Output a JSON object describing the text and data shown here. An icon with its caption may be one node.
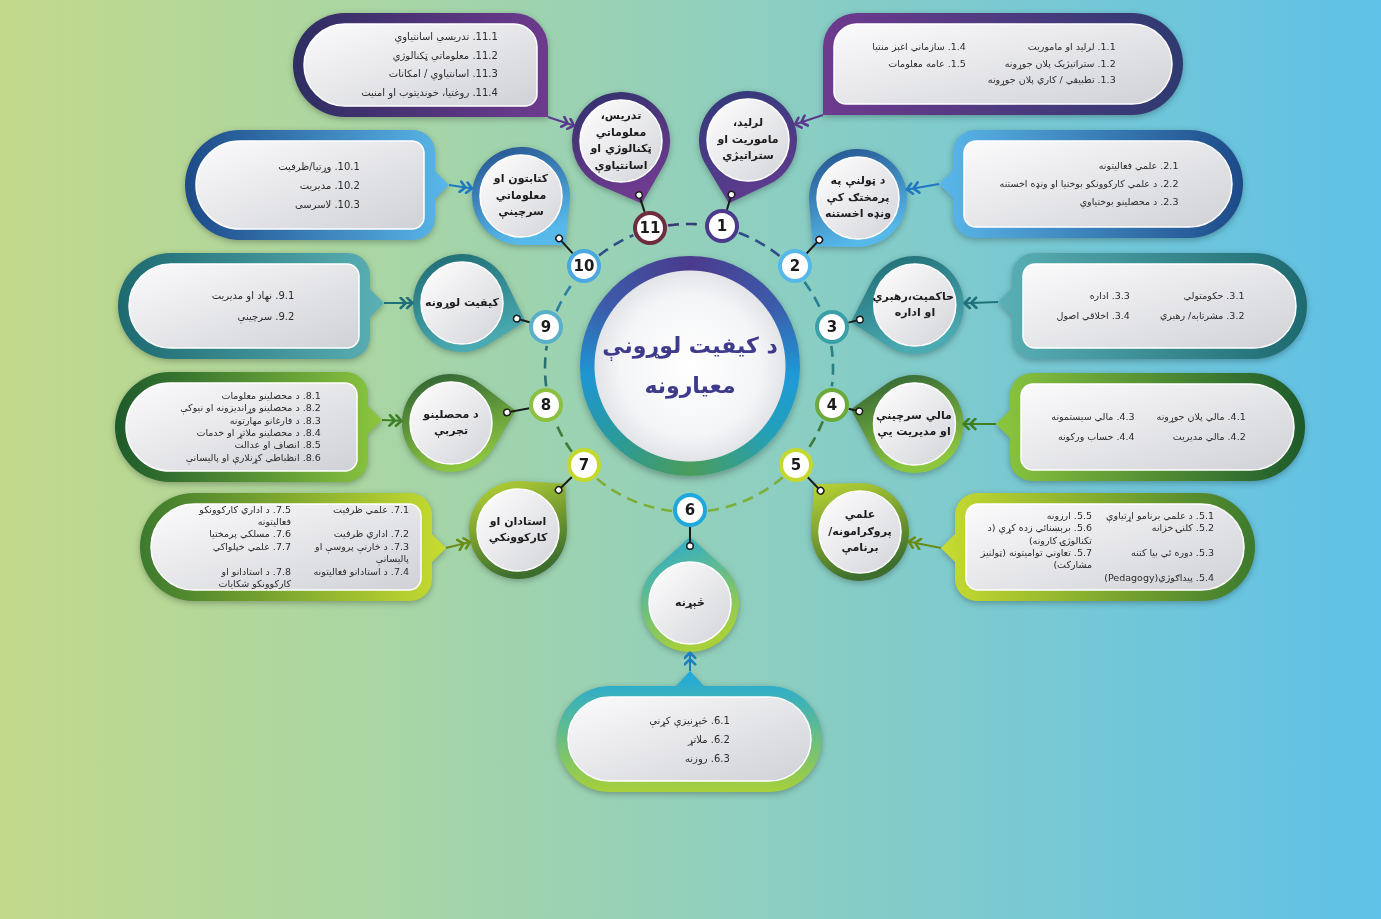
{
  "diagram": {
    "nodes": [
      {
        "text": [
          "د کیفیت لوړونې معیارونه"
        ]
      },
      {
        "text": [
          "1"
        ]
      },
      {
        "text": [
          "لرلید، ماموریت او ستراتیژي"
        ]
      },
      {
        "text": [
          "1.1. لرلید او ماموریت",
          "1.2. ستراتیژیک پلان جوړونه",
          "1.3. تطبیقي / کاري پلان جوړونه",
          "1.4. سازماني اغېز منتیا",
          "1.5. عامه معلومات"
        ]
      },
      {
        "text": [
          "2"
        ]
      },
      {
        "text": [
          "د ټولنې په پرمختګ کې ونډه اخستنه"
        ]
      },
      {
        "text": [
          "2.1. علمي فعالیتونه",
          "2.2. د علمي کارکوونکو بوختیا او ونډه اخستنه",
          "2.3. د محصلینو بوختیاوې"
        ]
      },
      {
        "text": [
          "3"
        ]
      },
      {
        "text": [
          "حاکمیت،رهبري او اداره"
        ]
      },
      {
        "text": [
          "3.1. حکومتولي",
          "3.2. مشرتابه/ رهبري",
          "3.3. اداره",
          "3.4. اخلاقي اصول"
        ]
      },
      {
        "text": [
          "4"
        ]
      },
      {
        "text": [
          "مالي سرچینې او مدیریت یې"
        ]
      },
      {
        "text": [
          "4.1. مالي پلان جوړونه",
          "4.2. مالي مدیریت",
          "4.3. مالي سیستمونه",
          "4.4. حساب ورکونه"
        ]
      },
      {
        "text": [
          "5"
        ]
      },
      {
        "text": [
          "علمي پروګرامونه/برنامې"
        ]
      },
      {
        "text": [
          "5.1. د علمي برنامو اړتیاوې",
          "5.2. کلنۍ خزانه",
          "5.3. دوره ئي بیا کتنه",
          "5.4. پیداګوژي(Pedagogy)",
          "5.5. ارزونه",
          "5.6. برېښنائي زده کړې (د تکنالوژۍ کارونه)",
          "5.7. تعاوني توامیتونه (ټولنیز مشارکت)"
        ]
      },
      {
        "text": [
          "6"
        ]
      },
      {
        "text": [
          "څېړنه"
        ]
      },
      {
        "text": [
          "6.1. څېړنیزې کړنې",
          "6.2. ملاتړ",
          "6.3. روزنه"
        ]
      },
      {
        "text": [
          "7"
        ]
      },
      {
        "text": [
          "استادان او کارکوونکي"
        ]
      },
      {
        "text": [
          "7.1. علمي ظرفیت",
          "7.2. اداري ظرفیت",
          "7.3. د څارنې پروسې او پالیسانې",
          "7.4. د استادانو فعالیتونه",
          "7.5. د اداري کارکوونکو فعالیتونه",
          "7.6. مسلکي پرمختیا",
          "7.7. علمي خپلواکي",
          "7.8. د استادانو او کارکوونکو شکایات"
        ]
      },
      {
        "text": [
          "8"
        ]
      },
      {
        "text": [
          "د محصلینو تجربې"
        ]
      },
      {
        "text": [
          "8.1. د محصلینو معلومات",
          "8.2. د محصلینو وړاندیزونه او نیوکې",
          "8.3. د فارغانو مهارتونه",
          "8.4. د محصلینو ملاتړ او خدمات",
          "8.5. انصاف او عدالت",
          "8.6. انظباطي کړنلارې او پالیسانې"
        ]
      },
      {
        "text": [
          "9"
        ]
      },
      {
        "text": [
          "کیفیت لوړونه"
        ]
      },
      {
        "text": [
          "9.1. نهاد او مدیریت",
          "9.2. سرچینې"
        ]
      },
      {
        "text": [
          "10"
        ]
      },
      {
        "text": [
          "کتابتون او معلوماتي سرچینې"
        ]
      },
      {
        "text": [
          "10.1. وړتیا/ظرفیت",
          "10.2. مدیریت",
          "10.3. لاسرسی"
        ]
      },
      {
        "text": [
          "11"
        ]
      },
      {
        "text": [
          "تدریس، معلوماتي ټکنالوژي او اسانتیاوې"
        ]
      },
      {
        "text": [
          "11.1. تدریسي اسانتیاوې",
          "11.2. معلوماتي ټکنالوژي",
          "11.3. اسانتیاوې / امکانات",
          "11.4. روغتیا، خوندیتوب او امنیت"
        ]
      }
    ],
    "edges": [
      {
        "from": 1,
        "to": 4,
        "arrow": "none",
        "style": "dashed",
        "color": "#2d4f86"
      },
      {
        "from": 4,
        "to": 7,
        "arrow": "none",
        "style": "dashed",
        "color": "#2a7f95"
      },
      {
        "from": 7,
        "to": 10,
        "arrow": "none",
        "style": "dashed",
        "color": "#2a7f80"
      },
      {
        "from": 10,
        "to": 13,
        "arrow": "none",
        "style": "dashed",
        "color": "#3f7a3a"
      },
      {
        "from": 13,
        "to": 16,
        "arrow": "none",
        "style": "dashed",
        "color": "#7fae38"
      },
      {
        "from": 16,
        "to": 19,
        "arrow": "none",
        "style": "dashed",
        "color": "#7fae38"
      },
      {
        "from": 19,
        "to": 22,
        "arrow": "none",
        "style": "dashed",
        "color": "#3f7a3a"
      },
      {
        "from": 22,
        "to": 25,
        "arrow": "none",
        "style": "dashed",
        "color": "#2a6f70"
      },
      {
        "from": 25,
        "to": 28,
        "arrow": "none",
        "style": "dashed",
        "color": "#2a7fa0"
      },
      {
        "from": 28,
        "to": 31,
        "arrow": "none",
        "style": "dashed",
        "color": "#2d4f86"
      },
      {
        "from": 31,
        "to": 1,
        "arrow": "none",
        "style": "dashed",
        "color": "#3a3a7a"
      },
      {
        "from": 1,
        "to": 2,
        "arrow": "other"
      },
      {
        "from": 4,
        "to": 5,
        "arrow": "other"
      },
      {
        "from": 7,
        "to": 8,
        "arrow": "other"
      },
      {
        "from": 10,
        "to": 11,
        "arrow": "other"
      },
      {
        "from": 13,
        "to": 14,
        "arrow": "other"
      },
      {
        "from": 16,
        "to": 17,
        "arrow": "other"
      },
      {
        "from": 19,
        "to": 20,
        "arrow": "other"
      },
      {
        "from": 22,
        "to": 23,
        "arrow": "other"
      },
      {
        "from": 25,
        "to": 26,
        "arrow": "other"
      },
      {
        "from": 28,
        "to": 29,
        "arrow": "other"
      },
      {
        "from": 31,
        "to": 32,
        "arrow": "other"
      },
      {
        "from": 3,
        "to": 2,
        "arrow": "to",
        "color": "#5b3a8e"
      },
      {
        "from": 6,
        "to": 5,
        "arrow": "to",
        "color": "#1f78c0"
      },
      {
        "from": 9,
        "to": 8,
        "arrow": "to",
        "color": "#1f7078"
      },
      {
        "from": 12,
        "to": 11,
        "arrow": "to",
        "color": "#3f7f22"
      },
      {
        "from": 15,
        "to": 14,
        "arrow": "to",
        "color": "#6a8a12"
      },
      {
        "from": 18,
        "to": 17,
        "arrow": "to",
        "color": "#1a7fc0"
      },
      {
        "from": 21,
        "to": 20,
        "arrow": "to",
        "color": "#6a8a12"
      },
      {
        "from": 24,
        "to": 23,
        "arrow": "to",
        "color": "#3f7f22"
      },
      {
        "from": 27,
        "to": 26,
        "arrow": "to",
        "color": "#1f7078"
      },
      {
        "from": 30,
        "to": 29,
        "arrow": "to",
        "color": "#1f78c0"
      },
      {
        "from": 33,
        "to": 32,
        "arrow": "to",
        "color": "#5b3a8e"
      }
    ]
  }
}
